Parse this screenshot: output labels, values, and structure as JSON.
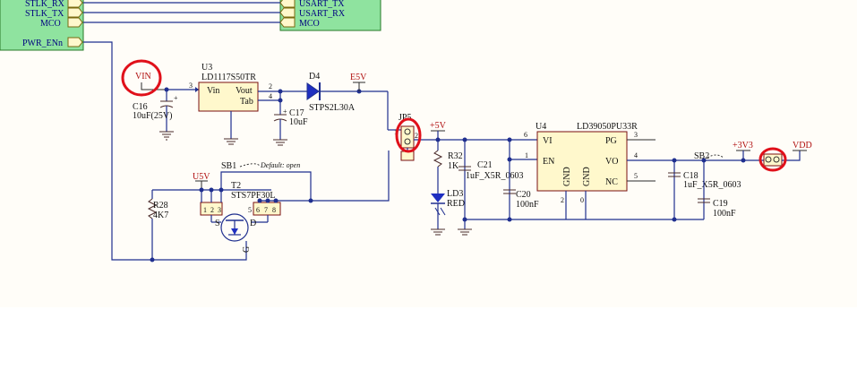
{
  "mcu_ports_left": [
    "STLK_RX",
    "STLK_TX",
    "MCO",
    "PWR_ENn"
  ],
  "mcu_ports_right": [
    "USART_TX",
    "USART_RX",
    "MCO"
  ],
  "nets": {
    "vin": "VIN",
    "e5v": "E5V",
    "u5v": "U5V",
    "plus5v": "+5V",
    "plus3v3": "+3V3",
    "vdd": "VDD"
  },
  "u3": {
    "ref": "U3",
    "part": "LD1117S50TR",
    "pin_vin": "Vin",
    "pin_vout": "Vout",
    "pin_tab": "Tab",
    "pin_nums": [
      "3",
      "2",
      "4"
    ]
  },
  "c16": {
    "ref": "C16",
    "value": "10uF(25V)"
  },
  "c17": {
    "ref": "C17",
    "value": "10uF"
  },
  "d4": {
    "ref": "D4",
    "part": "STPS2L30A"
  },
  "jp": {
    "ref": "JP5",
    "pins": [
      "1",
      "2"
    ]
  },
  "sb1": {
    "ref": "SB1",
    "note": "Default: open"
  },
  "t2": {
    "ref": "T2",
    "part": "STS7PF30L",
    "pins": [
      "1",
      "2",
      "3",
      "5",
      "6",
      "7",
      "8"
    ],
    "pin_s": "S",
    "pin_d": "D",
    "pin_g": "G"
  },
  "r28": {
    "ref": "R28",
    "value": "4K7"
  },
  "r32": {
    "ref": "R32",
    "value": "1K"
  },
  "ld3": {
    "ref": "LD3",
    "value": "RED"
  },
  "c21": {
    "ref": "C21",
    "value": "1uF_X5R_0603"
  },
  "c20": {
    "ref": "C20",
    "value": "100nF"
  },
  "u4": {
    "ref": "U4",
    "part": "LD39050PU33R",
    "pin_vi": "VI",
    "pin_en": "EN",
    "pin_gnd1": "GND",
    "pin_gnd2": "GND",
    "pin_pg": "PG",
    "pin_vo": "VO",
    "pin_nc": "NC",
    "pin_nums": [
      "6",
      "1",
      "2",
      "0",
      "3",
      "4",
      "5"
    ]
  },
  "c18": {
    "ref": "C18",
    "value": "1uF_X5R_0603"
  },
  "c19": {
    "ref": "C19",
    "value": "100nF"
  },
  "sb2": {
    "ref": "SB2"
  },
  "pol_mark": "+"
}
